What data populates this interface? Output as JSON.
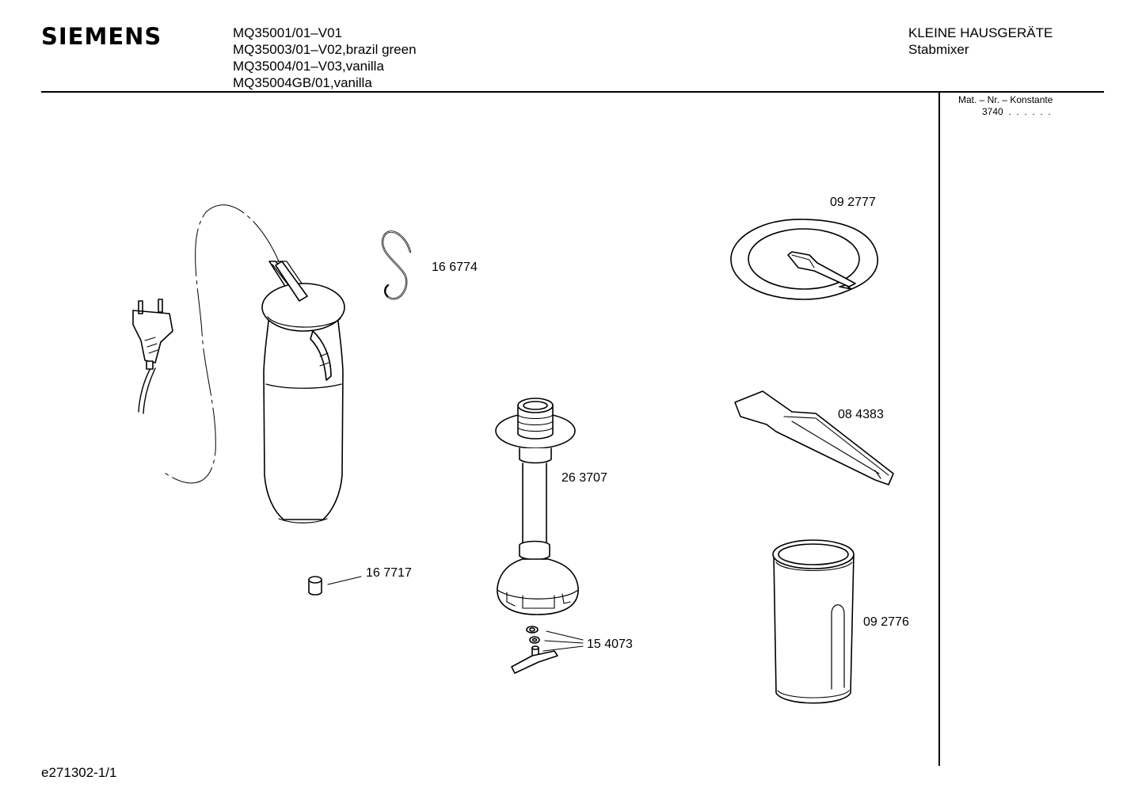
{
  "header": {
    "brand": "SIEMENS",
    "models": [
      "MQ35001/01–V01",
      "MQ35003/01–V02,brazil green",
      "MQ35004/01–V03,vanilla",
      "MQ35004GB/01,vanilla"
    ],
    "category": "KLEINE HAUSGERÄTE",
    "product": "Stabmixer",
    "mat_label": "Mat. – Nr. – Konstante",
    "mat_value": "3740  .  .  .  .  .  ."
  },
  "parts": {
    "hook": "16 6774",
    "lid": "09 2777",
    "spatula": "08 4383",
    "shaft": "26 3707",
    "cap": "16 7717",
    "blade": "15 4073",
    "beaker": "09 2776"
  },
  "footer": {
    "doc_id": "e271302-1/1"
  }
}
